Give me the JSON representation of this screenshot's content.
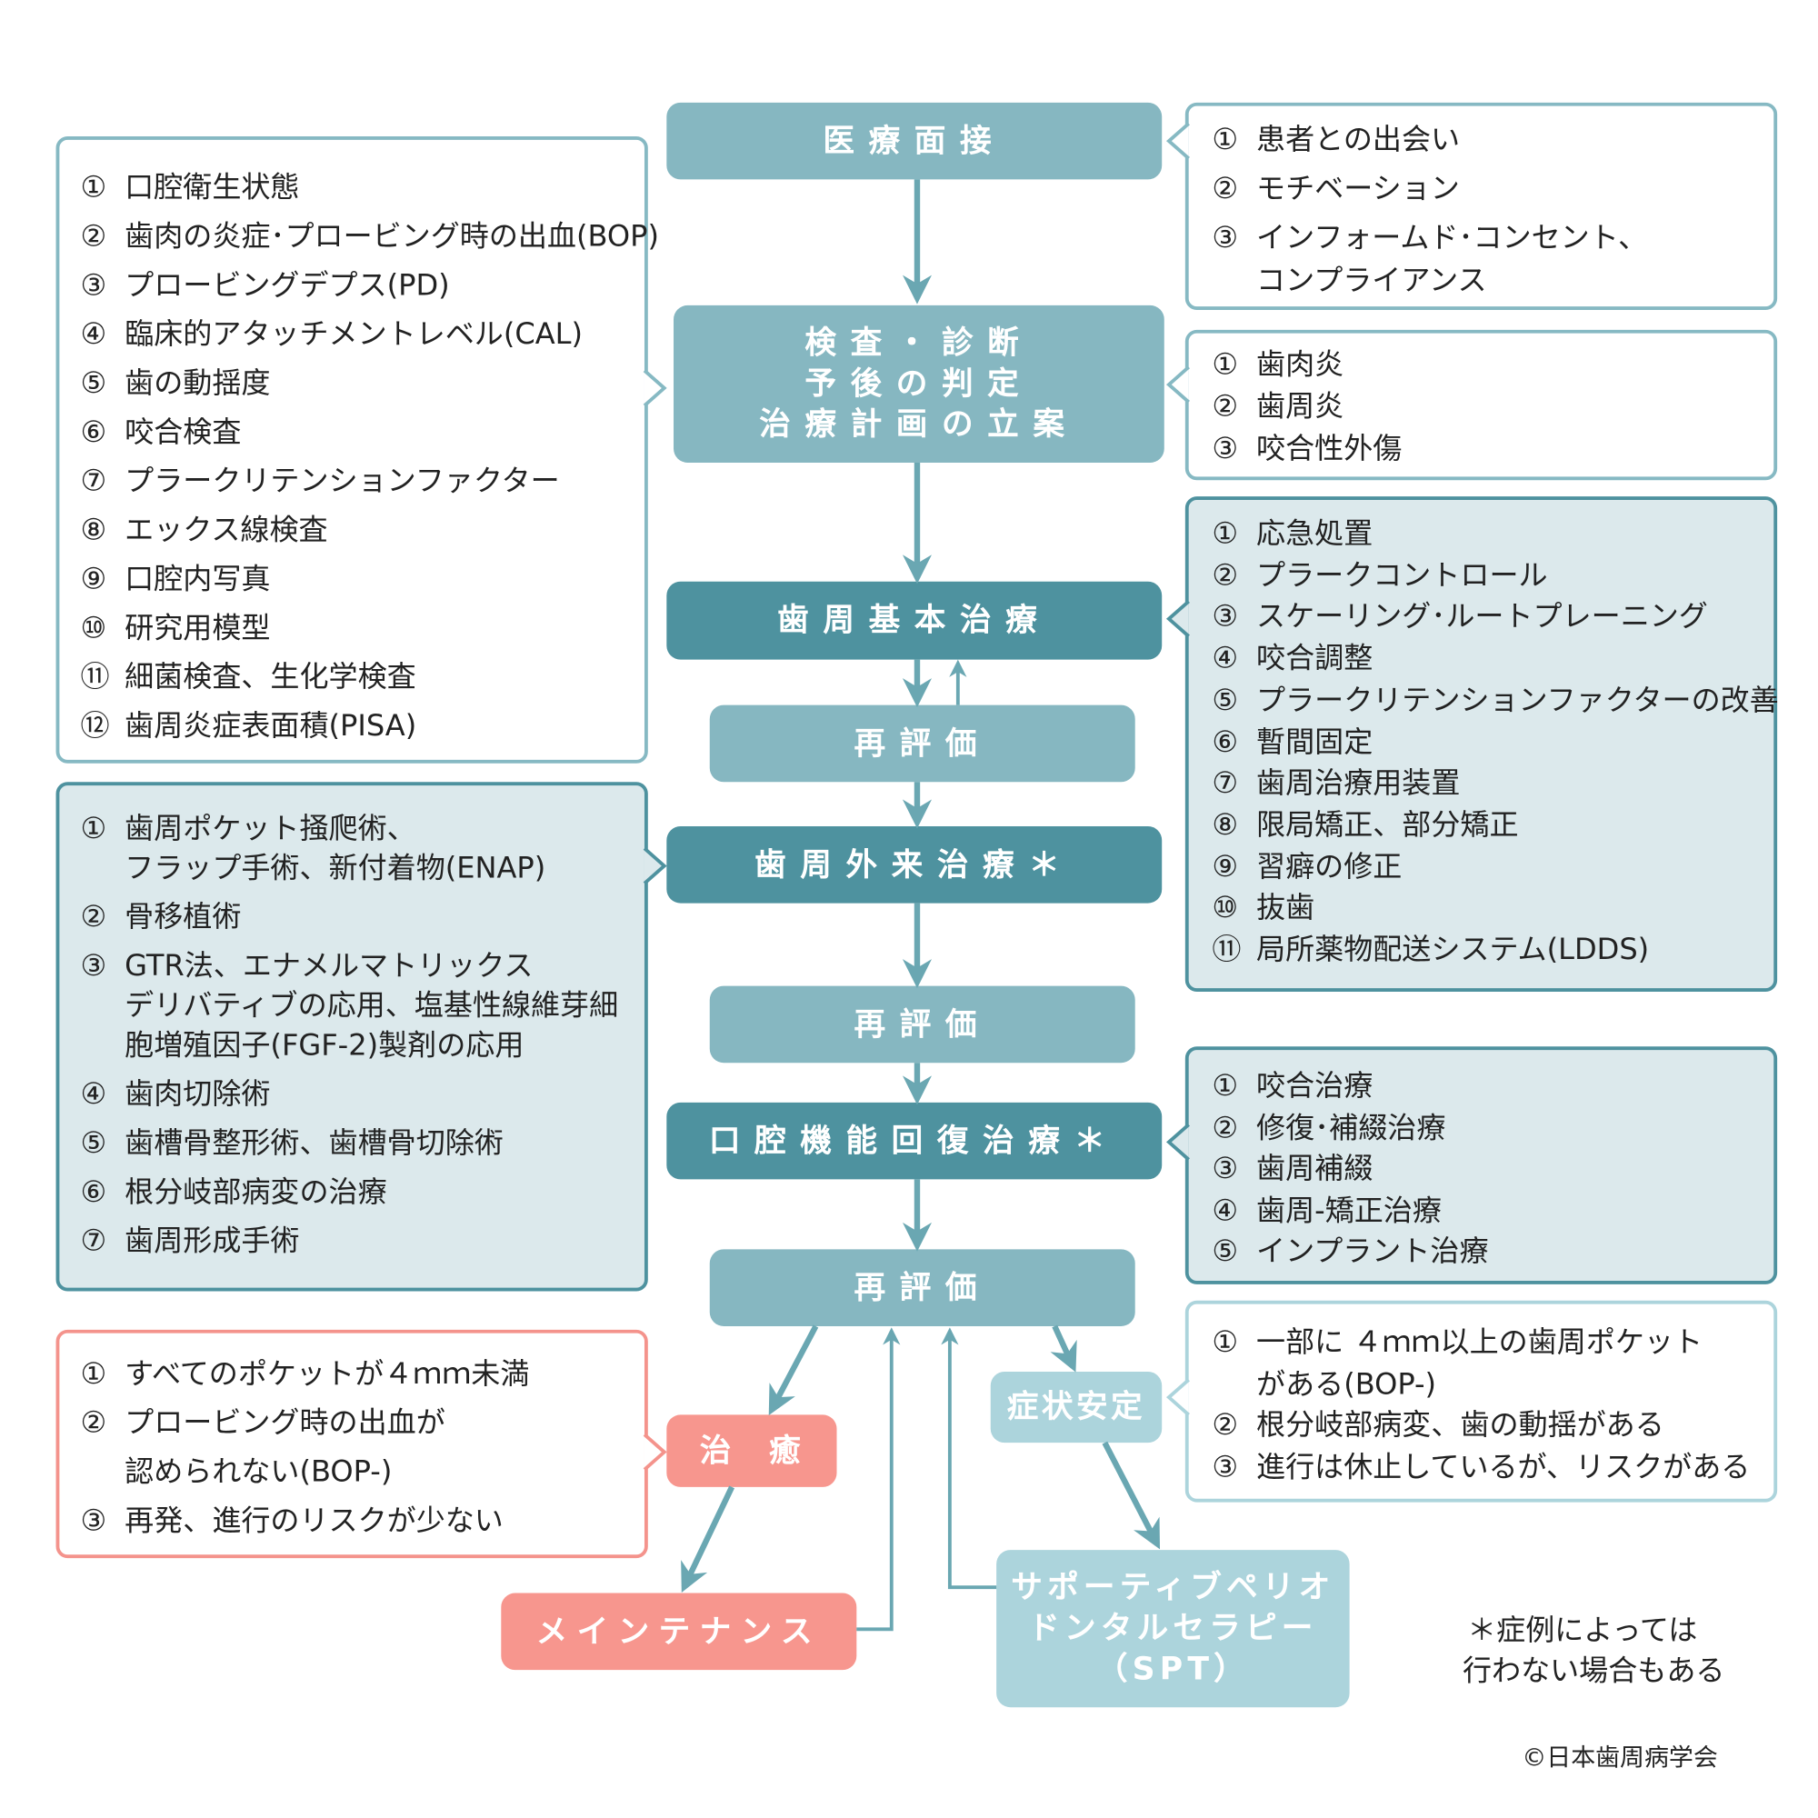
{
  "flow": {
    "interview": "医療面接",
    "exam": [
      "検査・診断",
      "予後の判定",
      "治療計画の立案"
    ],
    "initial_therapy": "歯周基本治療",
    "reevaluation_1": "再評価",
    "surgical_therapy": "歯周外来治療＊",
    "reevaluation_2": "再評価",
    "oral_rehab": "口腔機能回復治療＊",
    "reevaluation_3": "再評価",
    "healing": "治　癒",
    "stable": "症状安定",
    "maintenance": "メインテナンス",
    "spt": [
      "サポーティブペリオ",
      "ドンタルセラピー",
      "（SPT）"
    ]
  },
  "lists": {
    "exam_items": [
      {
        "num": "①",
        "lines": [
          "口腔衛生状態"
        ]
      },
      {
        "num": "②",
        "lines": [
          "歯肉の炎症･プロービング時の出血(BOP)"
        ]
      },
      {
        "num": "③",
        "lines": [
          "プロービングデプス(PD)"
        ]
      },
      {
        "num": "④",
        "lines": [
          "臨床的アタッチメントレベル(CAL)"
        ]
      },
      {
        "num": "⑤",
        "lines": [
          "歯の動揺度"
        ]
      },
      {
        "num": "⑥",
        "lines": [
          "咬合検査"
        ]
      },
      {
        "num": "⑦",
        "lines": [
          "プラークリテンションファクター"
        ]
      },
      {
        "num": "⑧",
        "lines": [
          "エックス線検査"
        ]
      },
      {
        "num": "⑨",
        "lines": [
          "口腔内写真"
        ]
      },
      {
        "num": "⑩",
        "lines": [
          "研究用模型"
        ]
      },
      {
        "num": "⑪",
        "lines": [
          "細菌検査、生化学検査"
        ]
      },
      {
        "num": "⑫",
        "lines": [
          "歯周炎症表面積(PISA)"
        ]
      }
    ],
    "surgery_items": [
      {
        "num": "①",
        "lines": [
          "歯周ポケット掻爬術、",
          "フラップ手術、新付着物(ENAP)"
        ]
      },
      {
        "num": "②",
        "lines": [
          "骨移植術"
        ]
      },
      {
        "num": "③",
        "lines": [
          "GTR法、エナメルマトリックス",
          "デリバティブの応用、塩基性線維芽細",
          "胞増殖因子(FGF-2)製剤の応用"
        ]
      },
      {
        "num": "④",
        "lines": [
          "歯肉切除術"
        ]
      },
      {
        "num": "⑤",
        "lines": [
          "歯槽骨整形術、歯槽骨切除術"
        ]
      },
      {
        "num": "⑥",
        "lines": [
          "根分岐部病変の治療"
        ]
      },
      {
        "num": "⑦",
        "lines": [
          "歯周形成手術"
        ]
      }
    ],
    "healing_items": [
      {
        "num": "①",
        "lines": [
          "すべてのポケットが４ｍｍ未満"
        ]
      },
      {
        "num": "②",
        "lines": [
          "プロービング時の出血が",
          "認められない(BOP-)"
        ]
      },
      {
        "num": "③",
        "lines": [
          "再発、進行のリスクが少ない"
        ]
      }
    ],
    "interview_items": [
      {
        "num": "①",
        "lines": [
          "患者との出会い"
        ]
      },
      {
        "num": "②",
        "lines": [
          "モチベーション"
        ]
      },
      {
        "num": "③",
        "lines": [
          "インフォームド･コンセント、",
          "コンプライアンス"
        ]
      }
    ],
    "diagnosis_items": [
      {
        "num": "①",
        "lines": [
          "歯肉炎"
        ]
      },
      {
        "num": "②",
        "lines": [
          "歯周炎"
        ]
      },
      {
        "num": "③",
        "lines": [
          "咬合性外傷"
        ]
      }
    ],
    "initial_items": [
      {
        "num": "①",
        "lines": [
          "応急処置"
        ]
      },
      {
        "num": "②",
        "lines": [
          "プラークコントロール"
        ]
      },
      {
        "num": "③",
        "lines": [
          "スケーリング･ルートプレーニング"
        ]
      },
      {
        "num": "④",
        "lines": [
          "咬合調整"
        ]
      },
      {
        "num": "⑤",
        "lines": [
          "プラークリテンションファクターの改善"
        ]
      },
      {
        "num": "⑥",
        "lines": [
          "暫間固定"
        ]
      },
      {
        "num": "⑦",
        "lines": [
          "歯周治療用装置"
        ]
      },
      {
        "num": "⑧",
        "lines": [
          "限局矯正、部分矯正"
        ]
      },
      {
        "num": "⑨",
        "lines": [
          "習癖の修正"
        ]
      },
      {
        "num": "⑩",
        "lines": [
          "抜歯"
        ]
      },
      {
        "num": "⑪",
        "lines": [
          "局所薬物配送システム(LDDS)"
        ]
      }
    ],
    "rehab_items": [
      {
        "num": "①",
        "lines": [
          "咬合治療"
        ]
      },
      {
        "num": "②",
        "lines": [
          "修復･補綴治療"
        ]
      },
      {
        "num": "③",
        "lines": [
          "歯周補綴"
        ]
      },
      {
        "num": "④",
        "lines": [
          "歯周-矯正治療"
        ]
      },
      {
        "num": "⑤",
        "lines": [
          "インプラント治療"
        ]
      }
    ],
    "stable_items": [
      {
        "num": "①",
        "lines": [
          "一部に ４ｍｍ以上の歯周ポケット",
          "がある(BOP-)"
        ]
      },
      {
        "num": "②",
        "lines": [
          "根分岐部病変、歯の動揺がある"
        ]
      },
      {
        "num": "③",
        "lines": [
          "進行は休止しているが、リスクがある"
        ]
      }
    ]
  },
  "footnote": [
    "＊症例によっては",
    "行わない場合もある"
  ],
  "copyright": "©日本歯周病学会",
  "colors": {
    "mid": "#86b7c1",
    "dark": "#4e929f",
    "salmon": "#f7968e",
    "light": "#acd4dc",
    "pale_fill": "#dce9ec"
  }
}
